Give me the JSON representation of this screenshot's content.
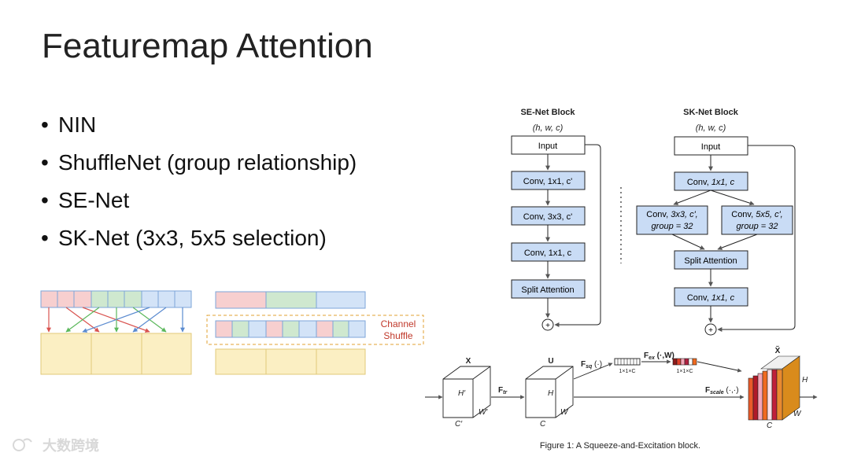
{
  "slide": {
    "title": "Featuremap Attention",
    "bullets": [
      "NIN",
      "ShuffleNet (group relationship)",
      "SE-Net",
      "SK-Net (3x3, 5x5 selection)"
    ]
  },
  "shuffle_diagram": {
    "label_line1": "Channel",
    "label_line2": "Shuffle",
    "colors": {
      "red": "#f7cfcf",
      "green": "#cfe8cf",
      "blue": "#d3e3f7",
      "yellow": "#fbefc3"
    }
  },
  "se_block": {
    "title": "SE-Net Block",
    "shape": "(h, w, c)",
    "input": "Input",
    "conv1": "Conv, 1x1, c'",
    "conv2": "Conv, 3x3, c'",
    "conv3": "Conv, 1x1, c",
    "split": "Split Attention",
    "plus": "+"
  },
  "sk_block": {
    "title": "SK-Net Block",
    "shape": "(h, w, c)",
    "input": "Input",
    "conv1_a": "Conv, ",
    "conv1_b": "1x1, c",
    "left_a": "Conv, ",
    "left_b": "3x3, c',",
    "left_c": "group = 32",
    "right_a": "Conv, ",
    "right_b": "5x5, c',",
    "right_c": "group = 32",
    "split": "Split Attention",
    "conv3_a": "Conv, ",
    "conv3_b": "1x1, c",
    "plus": "+"
  },
  "se_figure": {
    "X": "X",
    "U": "U",
    "Xtilde": "X̃",
    "Hp": "H′",
    "Wp": "W′",
    "Cp": "C′",
    "H": "H",
    "W": "W",
    "C": "C",
    "Ftr": "F",
    "Ftr_sub": "tr",
    "Fsq": "F",
    "Fsq_sub": "sq",
    "Fsq_arg": " (·)",
    "Fex": "F",
    "Fex_sub": "ex",
    "Fex_arg": " (·,W)",
    "Fscale": "F",
    "Fscale_sub": "scale",
    "Fscale_arg": " (·,·)",
    "vec_label1": "1×1×C",
    "vec_label2": "1×1×C",
    "caption": "Figure 1: A Squeeze-and-Excitation block."
  },
  "watermark": {
    "text": "大数跨境"
  }
}
